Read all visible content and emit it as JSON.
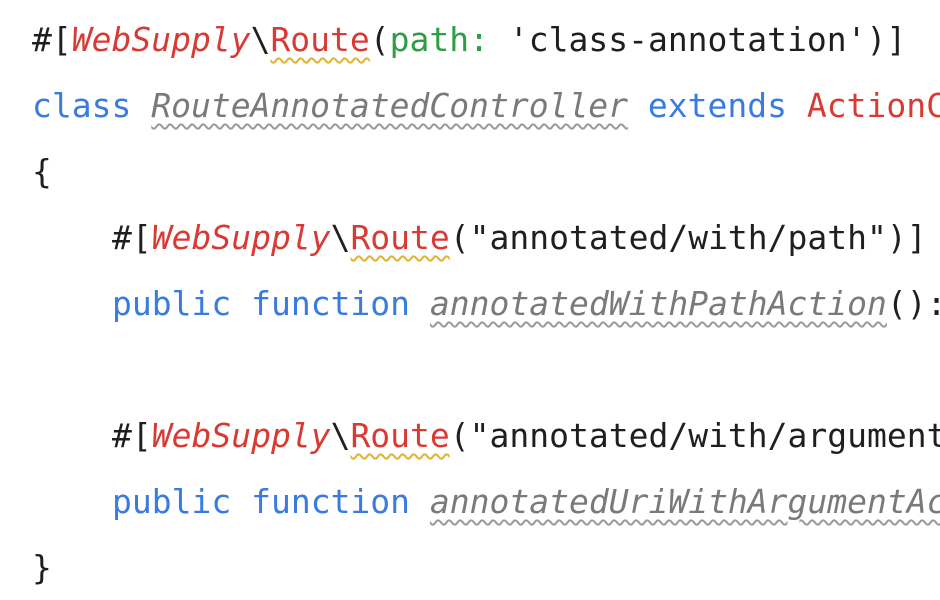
{
  "code": {
    "line1": {
      "attr_open": "#[",
      "namespace": "WebSupply",
      "separator": "\\",
      "attribute": "Route",
      "paren_open": "(",
      "param": "path: ",
      "value": "'class-annotation'",
      "close": ")]"
    },
    "line2": {
      "keyword": "class",
      "space": " ",
      "class_name": "RouteAnnotatedController",
      "space2": " ",
      "extends": "extends",
      "space3": " ",
      "parent": "ActionC"
    },
    "line3": {
      "brace": "{"
    },
    "line4": {
      "attr_open": "#[",
      "namespace": "WebSupply",
      "separator": "\\",
      "attribute": "Route",
      "paren_open": "(",
      "value": "\"annotated/with/path\"",
      "close": ")]"
    },
    "line5": {
      "modifier": "public",
      "space": " ",
      "function_kw": "function",
      "space2": " ",
      "method": "annotatedWithPathAction",
      "parens": "():"
    },
    "line6": {
      "attr_open": "#[",
      "namespace": "WebSupply",
      "separator": "\\",
      "attribute": "Route",
      "paren_open": "(",
      "value": "\"annotated/with/argument"
    },
    "line7": {
      "modifier": "public",
      "space": " ",
      "function_kw": "function",
      "space2": " ",
      "method": "annotatedUriWithArgumentAc"
    },
    "line8": {
      "brace": "}"
    }
  },
  "colors": {
    "keyword": "#3a7be0",
    "namespace": "#d93a34",
    "param_name": "#2e9d45",
    "plain_text": "#1f1f1f",
    "unused_symbol": "#7a7a7a",
    "warning_underline": "#e2b22e",
    "background": "#ffffff"
  }
}
